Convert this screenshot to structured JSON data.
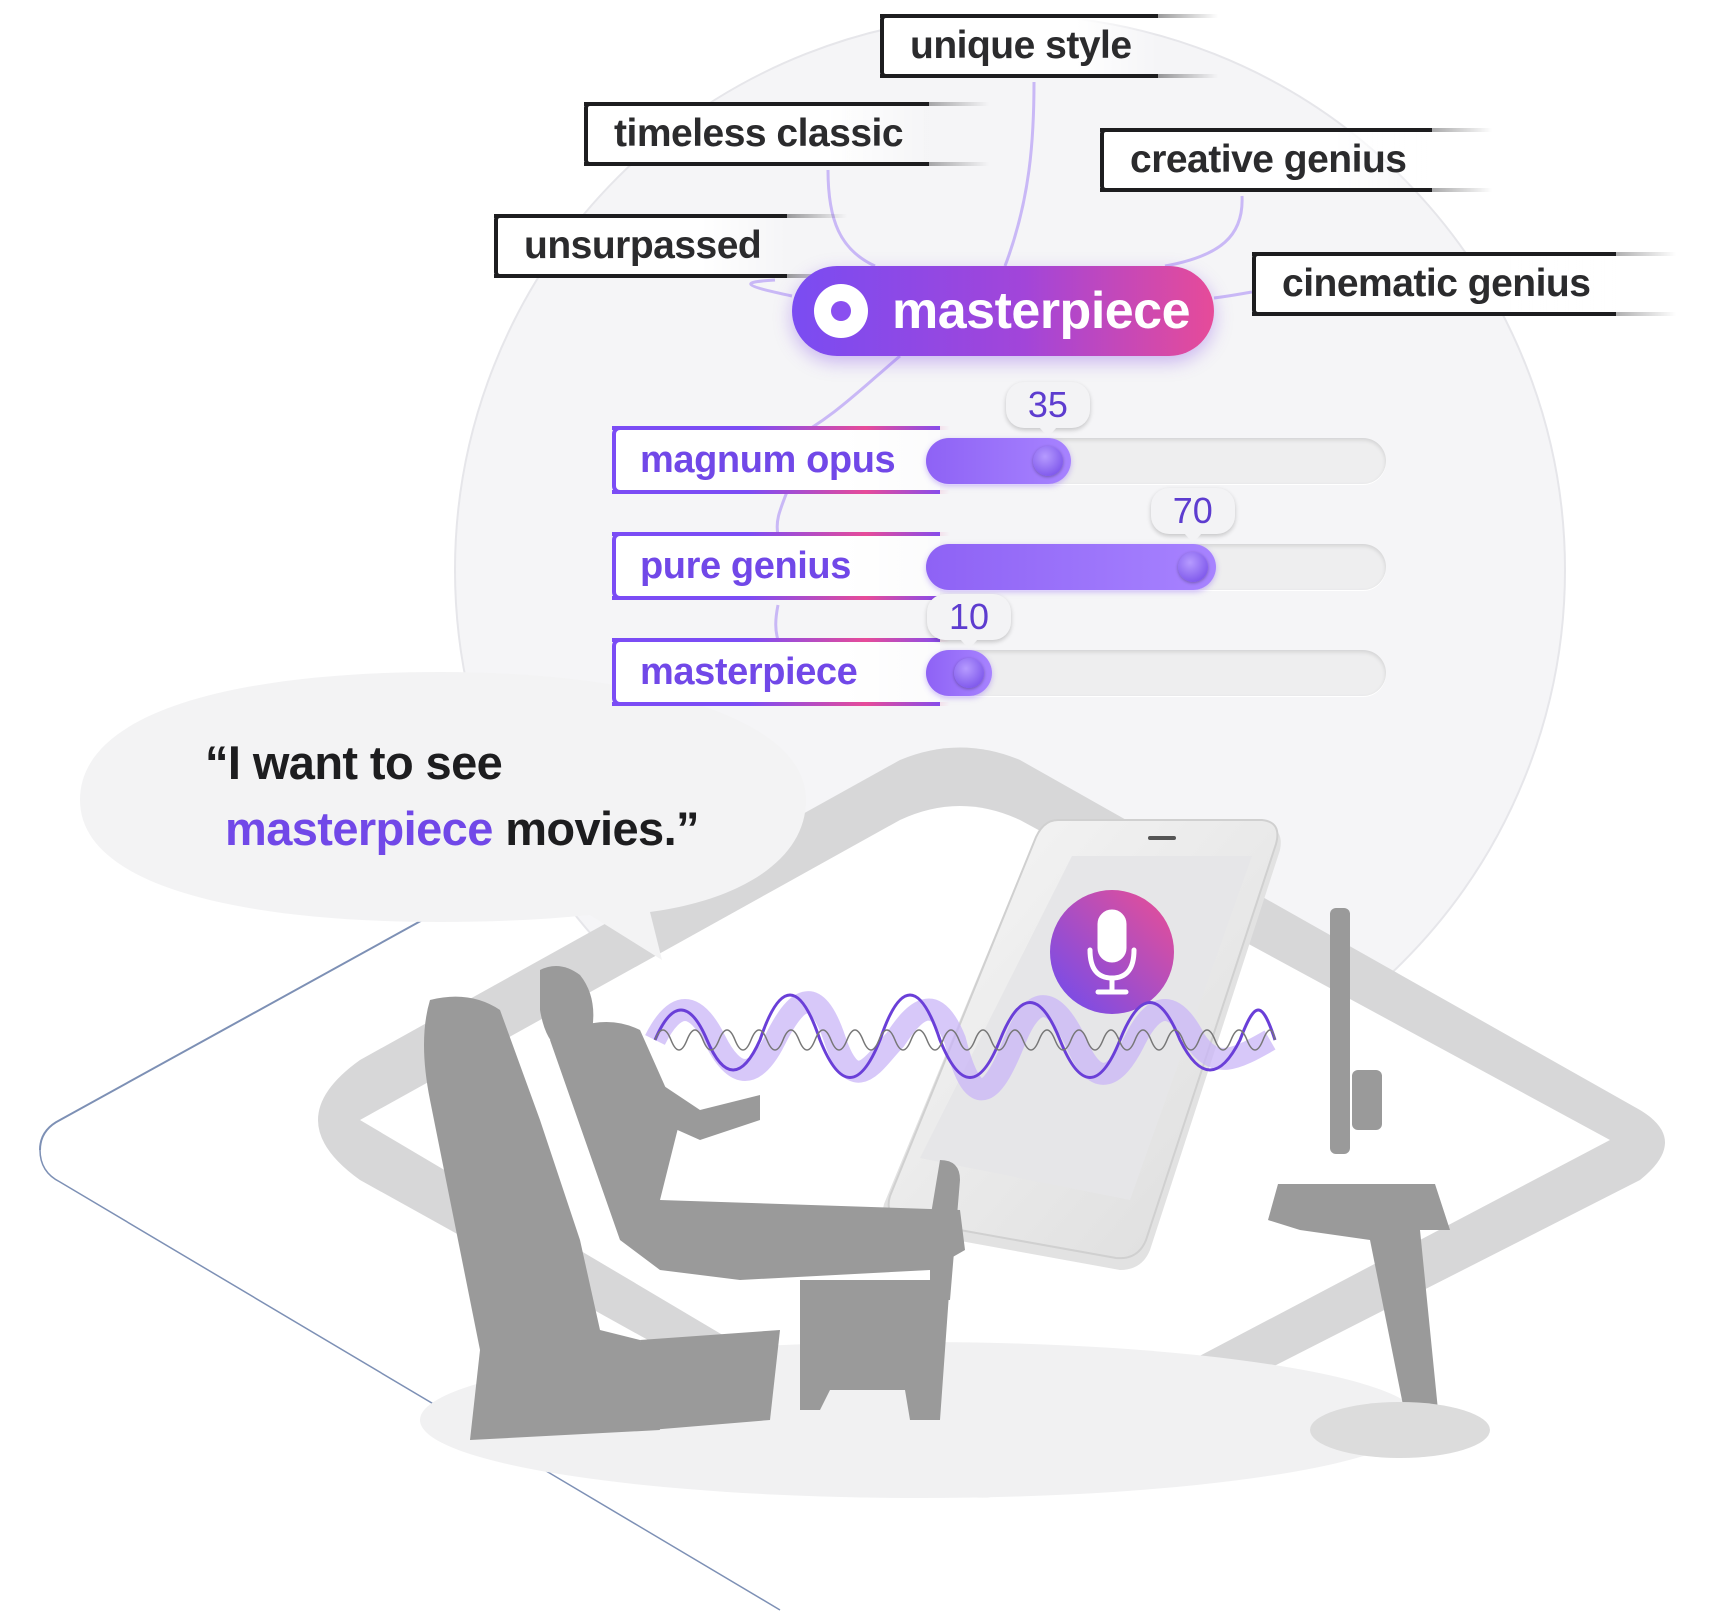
{
  "hub_keyword": "masterpiece",
  "synonym_tags": [
    {
      "label": "unique style"
    },
    {
      "label": "timeless classic"
    },
    {
      "label": "creative genius"
    },
    {
      "label": "unsurpassed"
    },
    {
      "label": "cinematic genius"
    }
  ],
  "weight_rows": [
    {
      "label": "magnum opus",
      "value": 35
    },
    {
      "label": "pure genius",
      "value": 70
    },
    {
      "label": "masterpiece",
      "value": 10
    }
  ],
  "speech": {
    "line1": "“I want to see",
    "keyword": "masterpiece",
    "line2_rest": " movies.”"
  },
  "icons": [
    "microphone-icon",
    "target-icon"
  ],
  "colors": {
    "accent_purple": "#7148e8",
    "accent_pink": "#e64b99",
    "slider_fill": "#9a72fb",
    "silhouette_gray": "#9a9a9a"
  }
}
